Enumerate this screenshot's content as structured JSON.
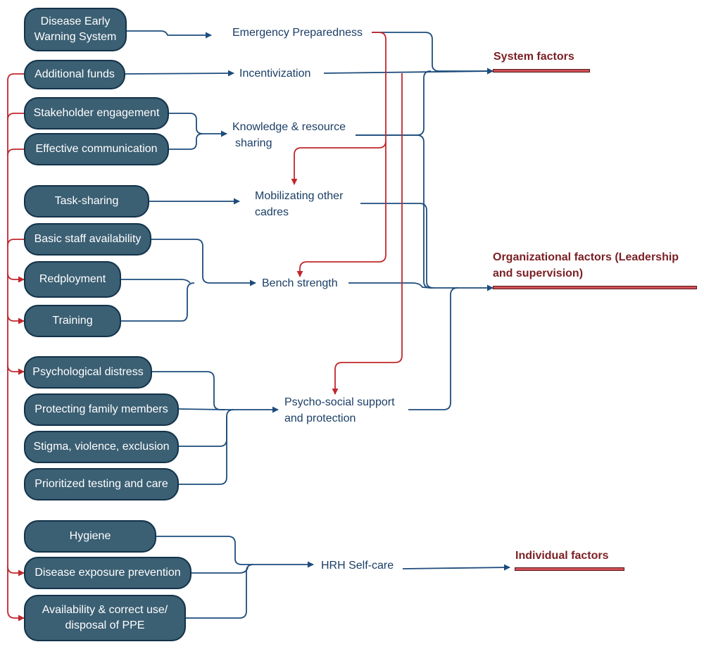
{
  "colors": {
    "box_fill": "#3b5f73",
    "box_border": "#13334a",
    "blue_arrow": "#1d4c7c",
    "red_arrow": "#c1272d",
    "factor_text": "#7a1f24",
    "factor_bar": "#cf5157"
  },
  "inputs": {
    "disease_early_warning": "Disease Early Warning System",
    "additional_funds": "Additional funds",
    "stakeholder_engagement": "Stakeholder engagement",
    "effective_communication": "Effective communication",
    "task_sharing": "Task-sharing",
    "basic_staff_availability": "Basic staff availability",
    "redeployment": "Redployment",
    "training": "Training",
    "psychological_distress": "Psychological distress",
    "protecting_family": "Protecting family members",
    "stigma": "Stigma, violence, exclusion",
    "prioritized_testing": "Prioritized testing and care",
    "hygiene": "Hygiene",
    "disease_exposure": "Disease exposure prevention",
    "ppe": "Availability & correct use/ disposal of PPE"
  },
  "strategies": {
    "emergency_preparedness": "Emergency Preparedness",
    "incentivization": "Incentivization",
    "knowledge_line1": "Knowledge & resource",
    "knowledge_line2": "sharing",
    "mobilizing_line1": "Mobilizating other",
    "mobilizing_line2": "cadres",
    "bench_strength": "Bench strength",
    "psychosocial_line1": "Psycho-social support",
    "psychosocial_line2": "and protection",
    "hrh_selfcare": "HRH Self-care"
  },
  "factors": {
    "system": "System factors",
    "organizational": "Organizational factors (Leadership and supervision)",
    "individual": "Individual factors"
  }
}
